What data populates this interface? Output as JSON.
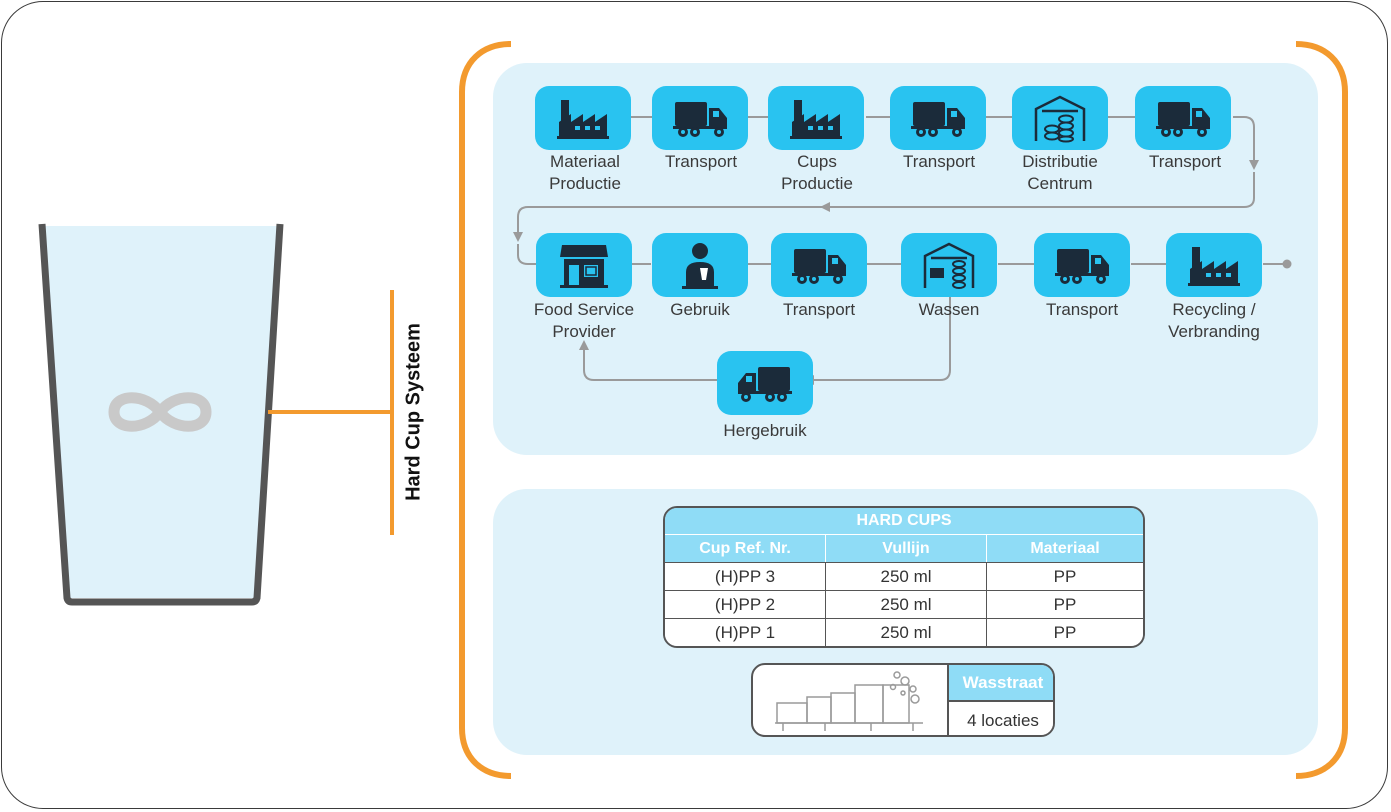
{
  "title": "Hard Cup Systeem",
  "flow_row1": [
    "Materiaal\nProductie",
    "Transport",
    "Cups\nProductie",
    "Transport",
    "Distributie\nCentrum",
    "Transport"
  ],
  "flow_row2": [
    "Food Service\nProvider",
    "Gebruik",
    "Transport",
    "Wassen",
    "Transport",
    "Recycling /\nVerbranding"
  ],
  "reuse": "Hergebruik",
  "table": {
    "title": "HARD CUPS",
    "headers": [
      "Cup Ref. Nr.",
      "Vullijn",
      "Materiaal"
    ],
    "rows": [
      [
        "(H)PP 3",
        "250 ml",
        "PP"
      ],
      [
        "(H)PP 2",
        "250 ml",
        "PP"
      ],
      [
        "(H)PP 1",
        "250 ml",
        "PP"
      ]
    ]
  },
  "wash": {
    "title": "Wasstraat",
    "value": "4 locaties"
  },
  "colors": {
    "accent": "#f39a2e",
    "icon_bg": "#29c3f0",
    "panel_bg": "#dff2fa",
    "header_bg": "#8fdcf6"
  }
}
